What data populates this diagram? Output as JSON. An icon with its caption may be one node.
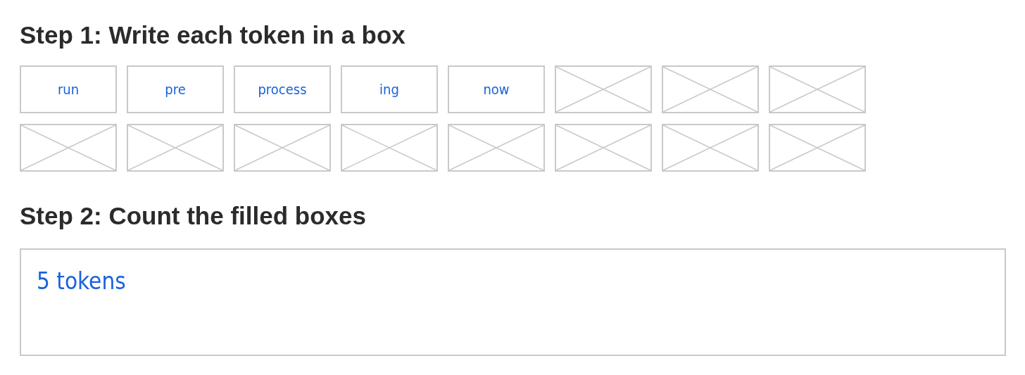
{
  "diagram": {
    "nodes": [
      {
        "text": [
          "run"
        ]
      },
      {
        "text": [
          "pre"
        ]
      },
      {
        "text": [
          "process"
        ]
      },
      {
        "text": [
          "ing"
        ]
      },
      {
        "text": [
          "now"
        ]
      },
      {
        "text": [],
        "shape": "box"
      },
      {
        "text": [],
        "shape": "box"
      },
      {
        "text": [],
        "shape": "box"
      },
      {
        "text": [],
        "shape": "box"
      },
      {
        "text": [],
        "shape": "box"
      },
      {
        "text": [],
        "shape": "box"
      },
      {
        "text": [],
        "shape": "box"
      },
      {
        "text": [],
        "shape": "box"
      },
      {
        "text": [],
        "shape": "box"
      },
      {
        "text": [],
        "shape": "box"
      },
      {
        "text": [],
        "shape": "box"
      },
      {
        "text": [
          "5 tokens"
        ]
      }
    ],
    "edges": [],
    "labels": [
      "Step 1: Write each token in a box",
      "Step 2: Count the filled boxes"
    ]
  }
}
